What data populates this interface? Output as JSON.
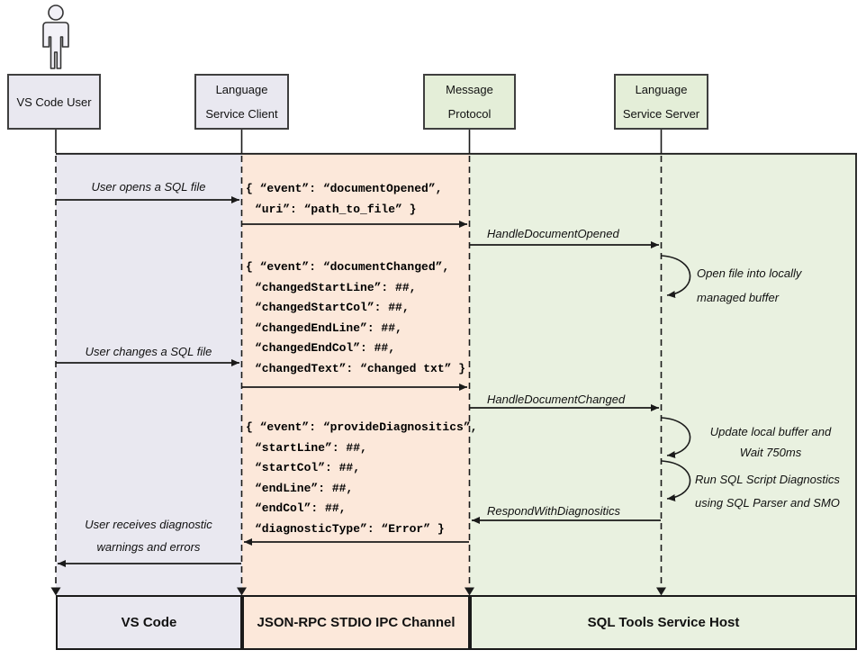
{
  "actors": [
    {
      "name": "vs-code-user",
      "lines": [
        "VS Code User"
      ]
    },
    {
      "name": "language-service-client",
      "lines": [
        "Language",
        "Service Client"
      ]
    },
    {
      "name": "message-protocol",
      "lines": [
        "Message",
        "Protocol"
      ]
    },
    {
      "name": "language-service-server",
      "lines": [
        "Language",
        "Service Server"
      ]
    }
  ],
  "messages": [
    {
      "label": "User opens a SQL file",
      "from": "vs-code-user",
      "to": "language-service-client"
    },
    {
      "label": "HandleDocumentOpened",
      "from": "message-protocol",
      "to": "language-service-server"
    },
    {
      "label": "User changes a SQL file",
      "from": "vs-code-user",
      "to": "language-service-client"
    },
    {
      "label": "HandleDocumentChanged",
      "from": "message-protocol",
      "to": "language-service-server"
    },
    {
      "label": "RespondWithDiagnositics",
      "from": "language-service-server",
      "to": "message-protocol"
    },
    {
      "lines": [
        "User receives diagnostic",
        "warnings and errors"
      ],
      "from": "language-service-client",
      "to": "vs-code-user"
    }
  ],
  "self_notes": [
    {
      "lines": [
        "Open file into locally",
        "managed buffer"
      ]
    },
    {
      "lines": [
        "Update local buffer and",
        "Wait 750ms"
      ]
    },
    {
      "lines": [
        "Run SQL Script Diagnostics",
        "using SQL Parser and SMO"
      ]
    }
  ],
  "payloads": [
    {
      "lines": [
        "{ “event”: “documentOpened”,",
        "“uri”: “path_to_file” }"
      ]
    },
    {
      "lines": [
        "{ “event”: “documentChanged”,",
        "“changedStartLine”: ##,",
        "“changedStartCol”: ##,",
        "“changedEndLine”: ##,",
        "“changedEndCol”: ##,",
        "“changedText”: “changed txt” }"
      ]
    },
    {
      "lines": [
        "{ “event”: “provideDiagnositics”,",
        "“startLine”: ##,",
        "“startCol”: ##,",
        "“endLine”: ##,",
        "“endCol”: ##,",
        "“diagnosticType”: “Error” }"
      ]
    }
  ],
  "lanes": [
    {
      "label": "VS Code",
      "color": "#e9e8f0"
    },
    {
      "label": "JSON-RPC STDIO IPC Channel",
      "color": "#fce8da"
    },
    {
      "label": "SQL Tools Service Host",
      "color": "#e9f1e0"
    }
  ],
  "colors": {
    "lavender": "#e9e8f0",
    "peach": "#fce8da",
    "green_band": "#e9f1e0",
    "green_box": "#e4eed8",
    "border": "#3f3f3f",
    "line": "#1a1a1a"
  }
}
